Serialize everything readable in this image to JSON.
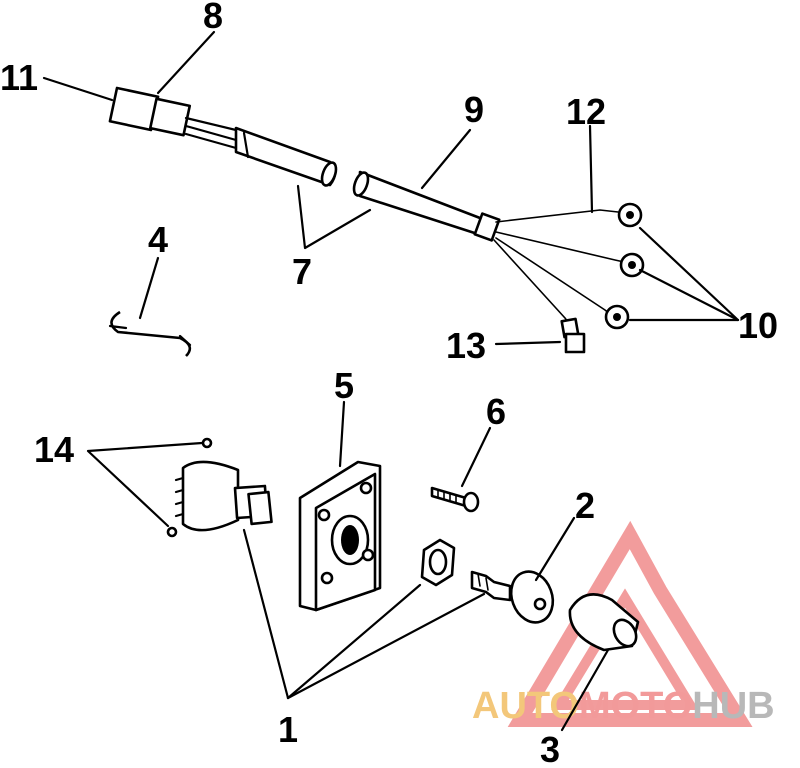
{
  "callouts": [
    {
      "id": "1",
      "label": "1"
    },
    {
      "id": "2",
      "label": "2"
    },
    {
      "id": "3",
      "label": "3"
    },
    {
      "id": "4",
      "label": "4"
    },
    {
      "id": "5",
      "label": "5"
    },
    {
      "id": "6",
      "label": "6"
    },
    {
      "id": "7",
      "label": "7"
    },
    {
      "id": "8",
      "label": "8"
    },
    {
      "id": "9",
      "label": "9"
    },
    {
      "id": "10",
      "label": "10"
    },
    {
      "id": "11",
      "label": "11"
    },
    {
      "id": "12",
      "label": "12"
    },
    {
      "id": "13",
      "label": "13"
    },
    {
      "id": "14",
      "label": "14"
    }
  ],
  "watermark": {
    "part1": "AUTO",
    "part2": "MOTO",
    "part3": "HUB",
    "colors": {
      "auto": "#f3c77a",
      "moto": "#f29a9a",
      "hub": "#b8b8b8",
      "triangle": "#f08b8b"
    }
  }
}
